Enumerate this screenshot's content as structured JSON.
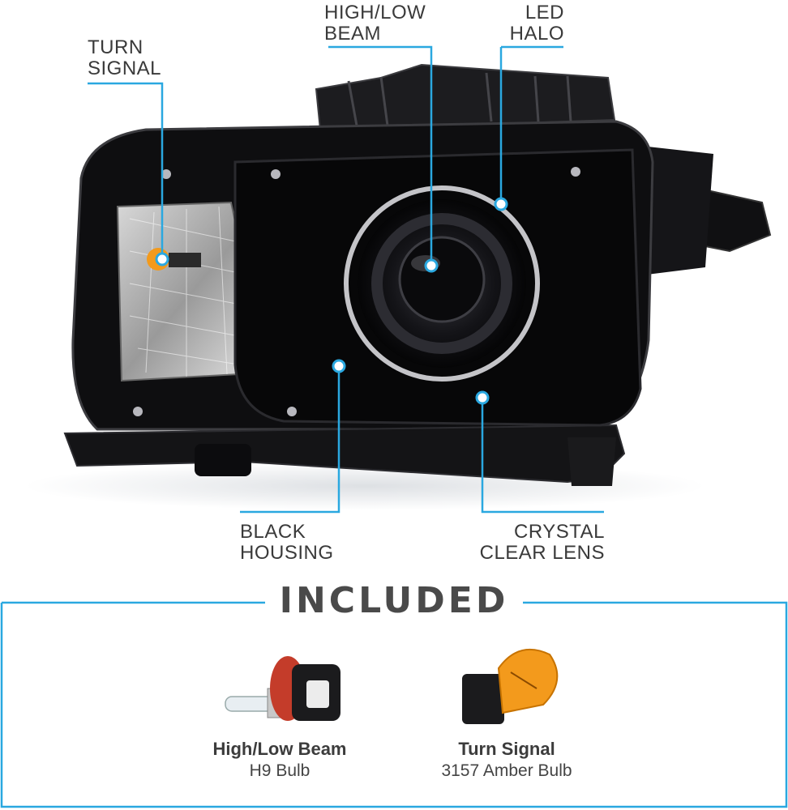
{
  "callouts": {
    "turn_signal": [
      "TURN",
      "SIGNAL"
    ],
    "high_low_beam": [
      "HIGH/LOW",
      "BEAM"
    ],
    "led_halo": [
      "LED",
      "HALO"
    ],
    "black_housing": [
      "BLACK",
      "HOUSING"
    ],
    "crystal_clear_lens": [
      "CRYSTAL",
      "CLEAR LENS"
    ]
  },
  "included": {
    "title": "INCLUDED",
    "items": [
      {
        "title": "High/Low Beam",
        "subtitle": "H9 Bulb"
      },
      {
        "title": "Turn Signal",
        "subtitle": "3157 Amber Bulb"
      }
    ]
  },
  "colors": {
    "accent": "#2aa8e0",
    "text": "#3a3a3a",
    "housing": "#0e0e10",
    "amber": "#f39a1c"
  }
}
